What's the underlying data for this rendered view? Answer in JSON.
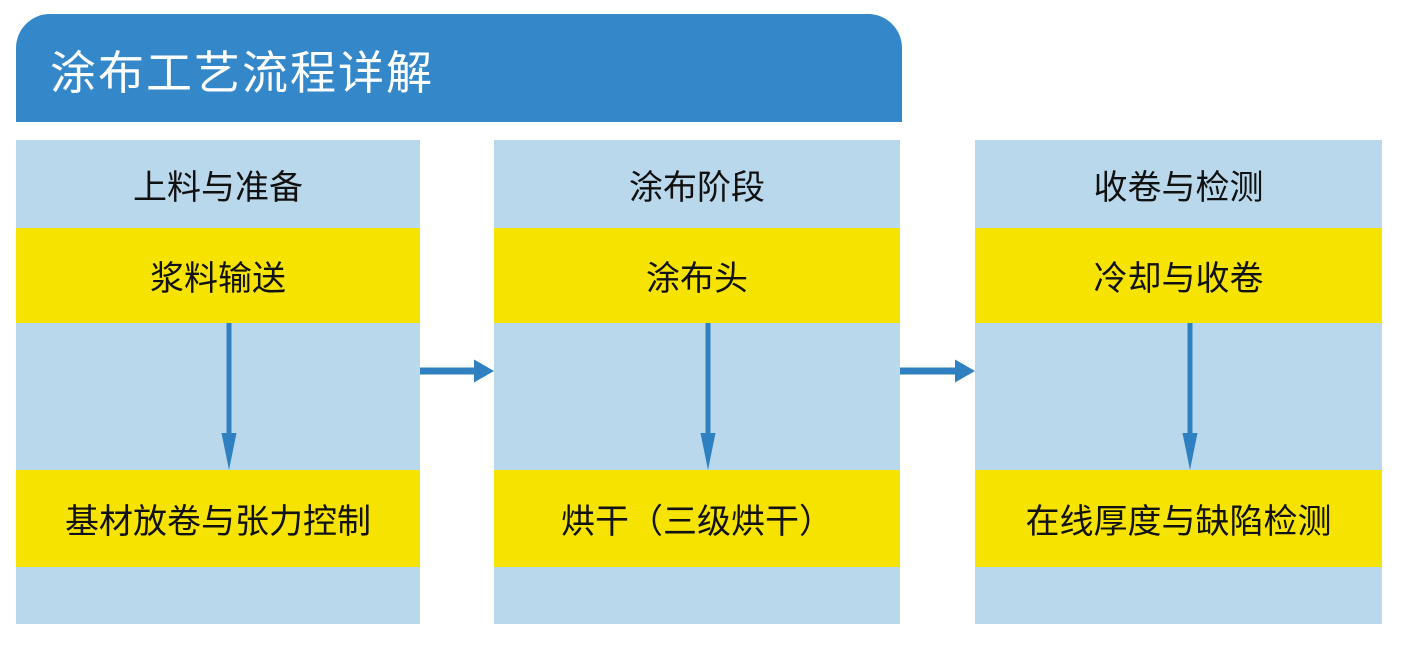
{
  "header": {
    "title": "涂布工艺流程详解"
  },
  "colors": {
    "header_bg": "#3488C9",
    "panel_bg": "#BAD8EC",
    "highlight_bg": "#F6E400",
    "arrow": "#2E80C1",
    "header_text": "#FFFFFF",
    "panel_text": "#111111"
  },
  "columns": [
    {
      "title": "上料与准备",
      "step1": "浆料输送",
      "step2": "基材放卷与张力控制"
    },
    {
      "title": "涂布阶段",
      "step1": "涂布头",
      "step2": "烘干（三级烘干）"
    },
    {
      "title": "收卷与检测",
      "step1": "冷却与收卷",
      "step2": "在线厚度与缺陷检测"
    }
  ]
}
